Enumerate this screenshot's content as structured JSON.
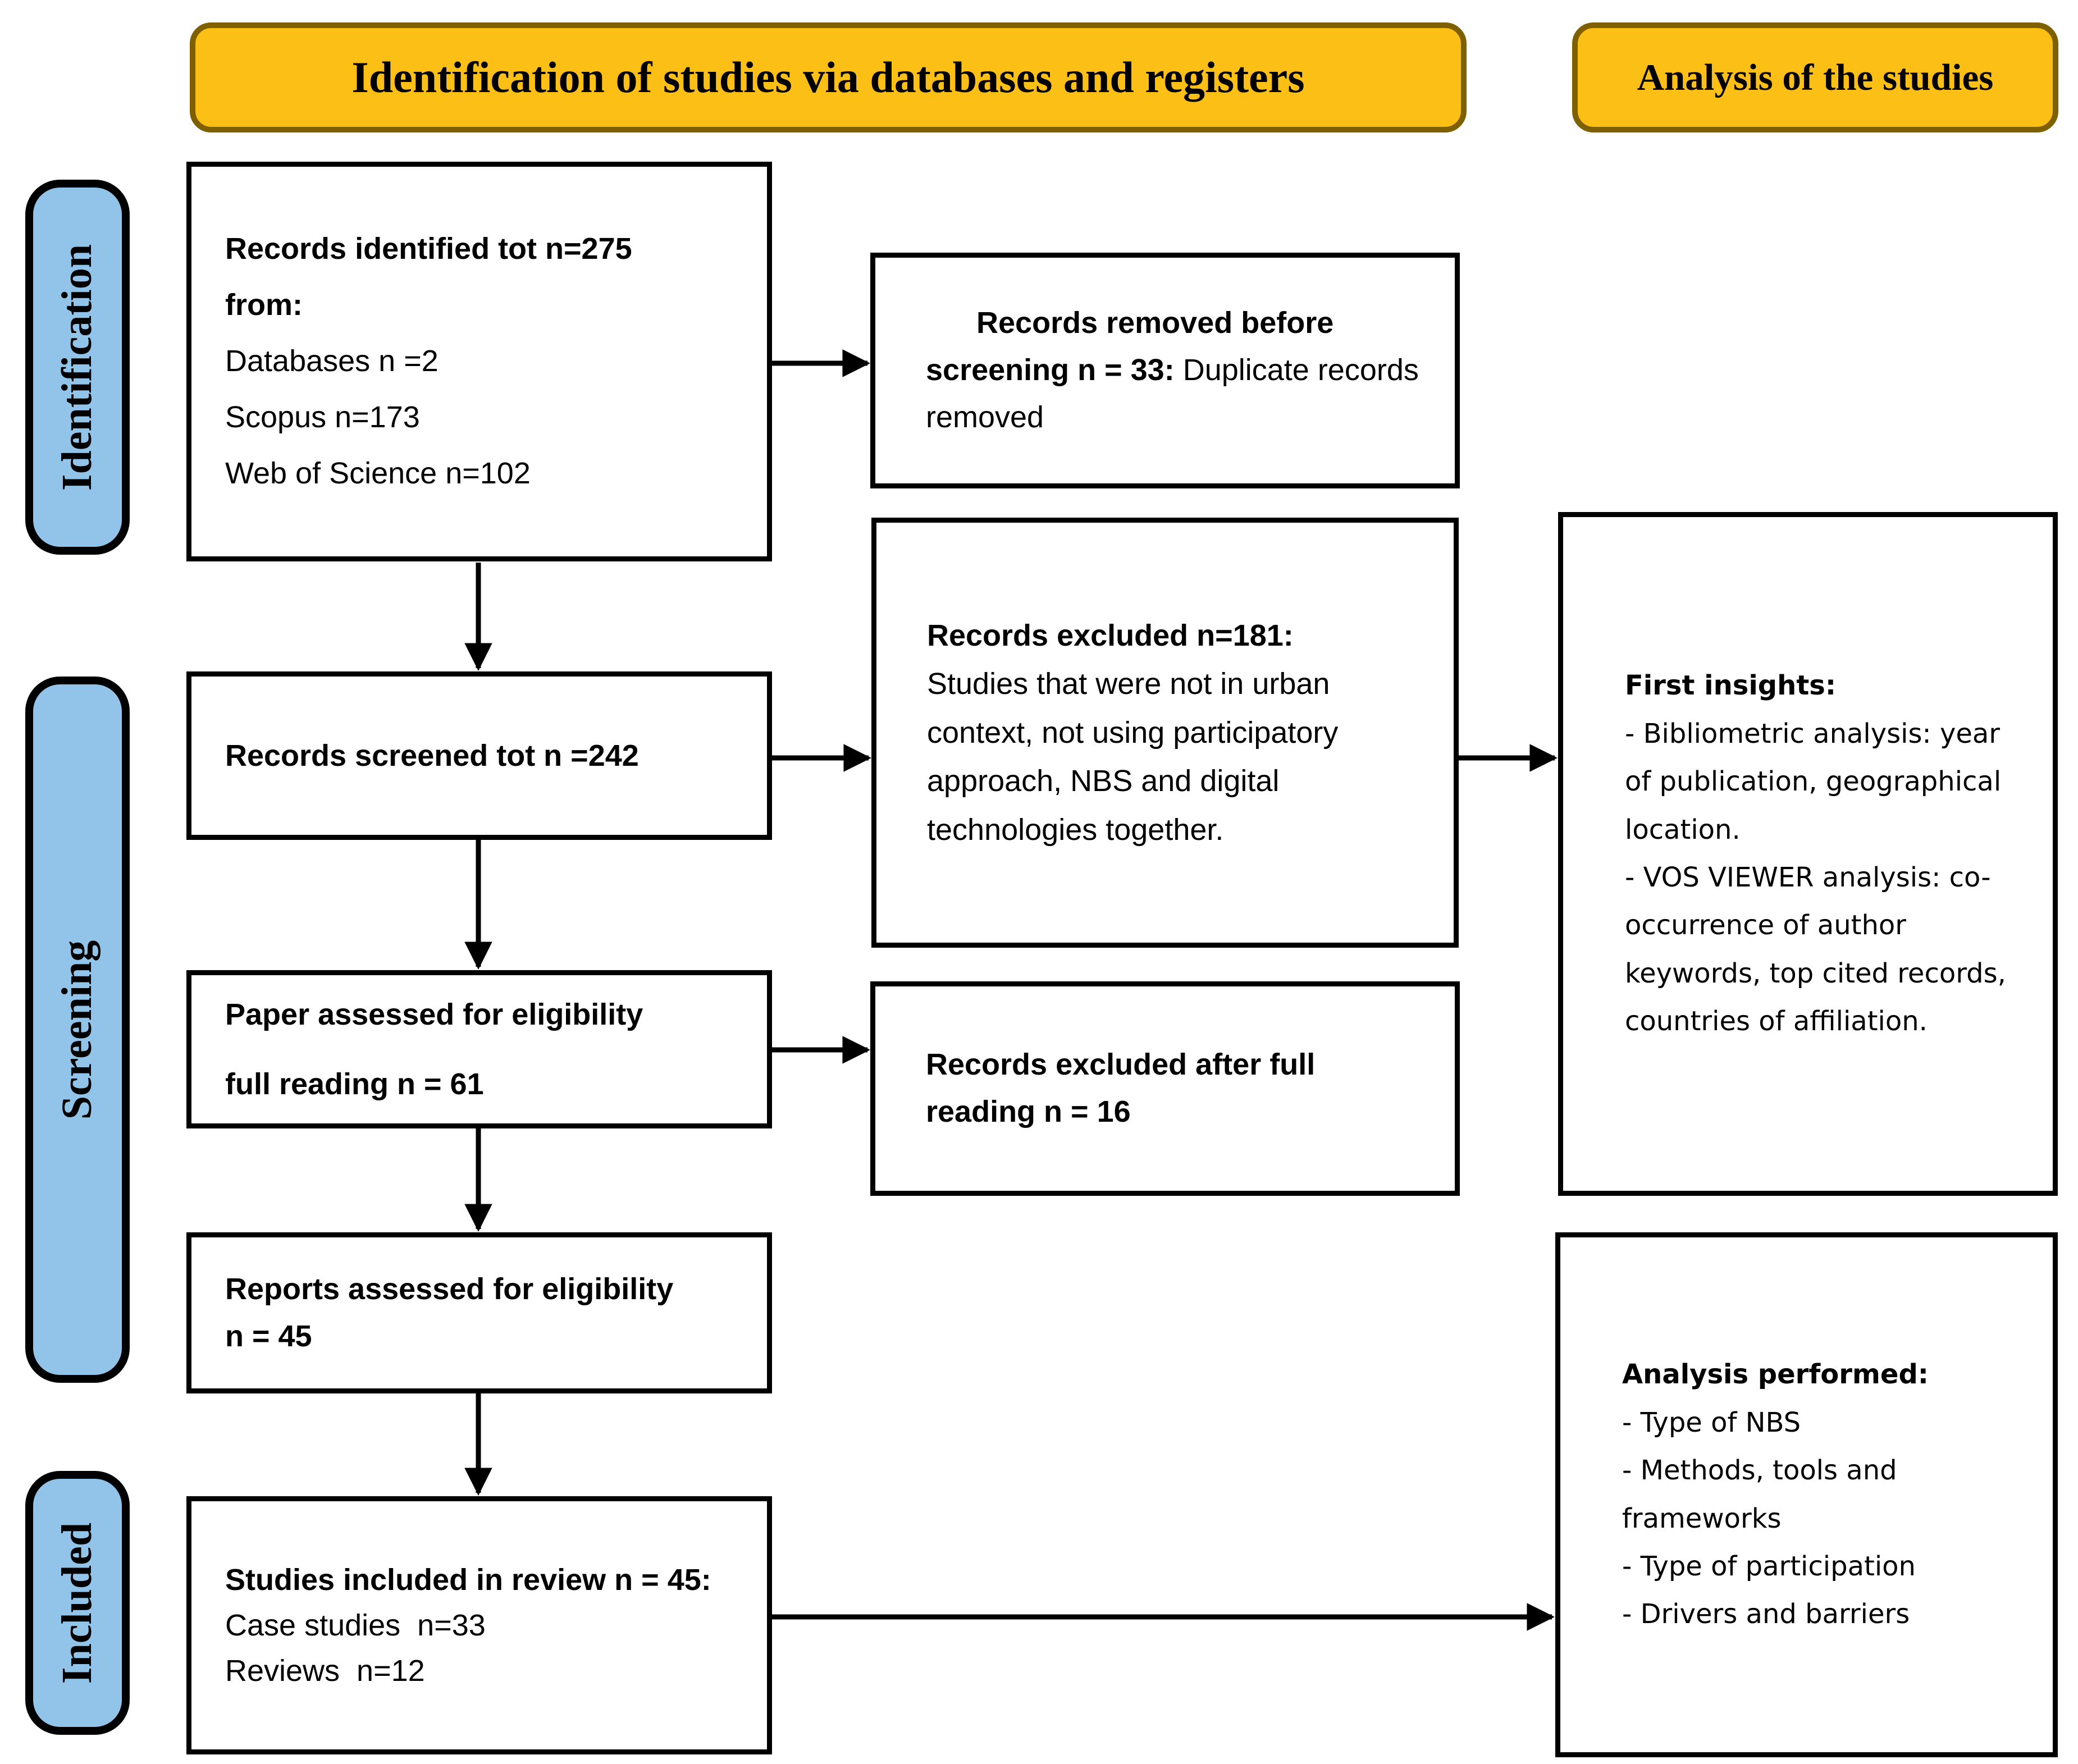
{
  "headers": {
    "identification": "Identification of studies via databases and registers",
    "analysis": "Analysis of the studies"
  },
  "stage_labels": {
    "identification": "Identification",
    "screening": "Screening",
    "included": "Included"
  },
  "boxes": {
    "records_identified": {
      "bold_line1": "Records identified tot n=275",
      "bold_line2": "from:",
      "items": [
        "Databases n =2",
        "Scopus n=173",
        "Web of Science n=102"
      ]
    },
    "records_removed": {
      "bold": "Records removed before screening n = 33:",
      "normal": " Duplicate records removed"
    },
    "records_excluded": {
      "bold": "Records excluded n=181:",
      "normal": "Studies that were not in urban context, not using participatory approach, NBS and digital technologies together."
    },
    "first_insights": {
      "bold": "First insights:",
      "lines": [
        "- Bibliometric analysis: year of publication, geographical location.",
        "- VOS VIEWER analysis: co-occurrence of author keywords, top cited records, countries of affiliation."
      ]
    },
    "records_screened": {
      "bold": "Records screened tot n =242"
    },
    "paper_assessed": {
      "line1": "Paper assessed for eligibility",
      "line2": "full reading n = 61"
    },
    "records_excluded_full": {
      "bold": "Records excluded after full reading n = 16"
    },
    "reports_assessed": {
      "line1": "Reports assessed for eligibility",
      "line2": "n = 45"
    },
    "studies_included": {
      "bold": "Studies included in review n = 45:",
      "items": [
        "Case studies  n=33",
        "Reviews  n=12"
      ]
    },
    "analysis_performed": {
      "bold": "Analysis performed:",
      "items": [
        "- Type of NBS",
        "- Methods, tools and frameworks",
        "- Type of participation",
        "- Drivers and barriers"
      ]
    }
  },
  "colors": {
    "header_fill": "#FCBF16",
    "header_border": "#7F6000",
    "stage_fill": "#92C4EA",
    "box_border": "#000000",
    "arrow": "#000000"
  }
}
